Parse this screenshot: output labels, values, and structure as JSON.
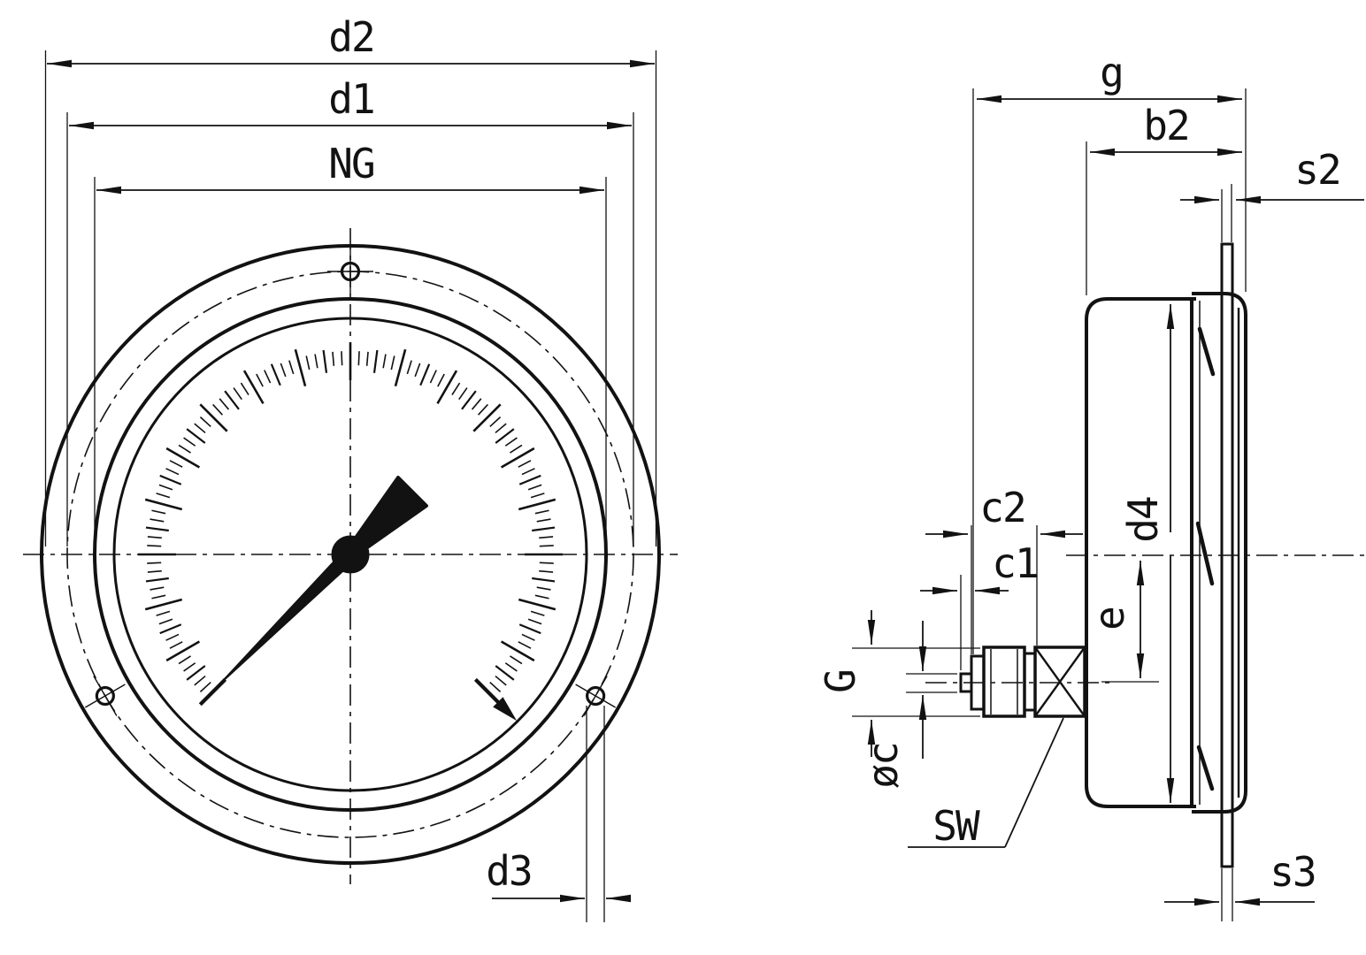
{
  "colors": {
    "ink": "#121212",
    "paper": "#ffffff"
  },
  "front_view": {
    "dimensions": {
      "d2": "d2",
      "d1": "d1",
      "ng": "NG",
      "d3": "d3"
    }
  },
  "side_view": {
    "dimensions": {
      "g": "g",
      "b2": "b2",
      "s2": "s2",
      "c2": "c2",
      "c1": "c1",
      "e": "e",
      "d4": "d4",
      "thread_g": "G",
      "phi_c": "øc",
      "wrench_sw": "SW",
      "s3": "s3"
    }
  }
}
